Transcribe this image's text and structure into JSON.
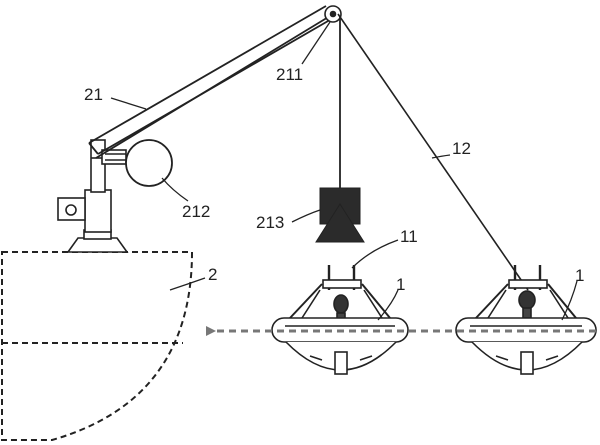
{
  "labels": {
    "arm": "21",
    "pulley": "211",
    "motor": "212",
    "weight": "213",
    "cable": "12",
    "hook": "11",
    "ship": "2",
    "vehicle": "1",
    "vehicle_right": "1"
  },
  "colors": {
    "line": "#222222",
    "dashed_arrow": "#777777",
    "weight_fill": "#2b2b2b",
    "fill_light": "#ffffff"
  }
}
